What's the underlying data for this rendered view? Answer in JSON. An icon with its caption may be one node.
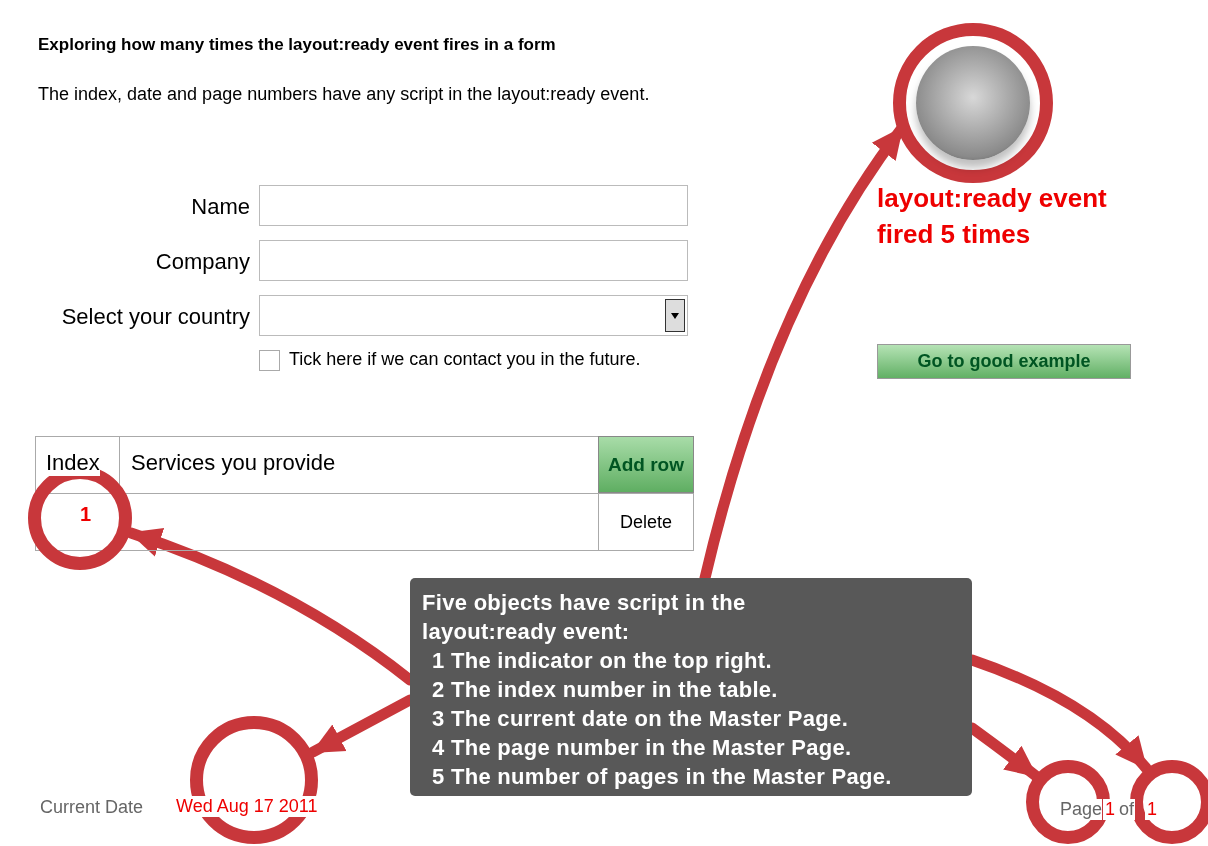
{
  "diagram": {
    "title": "Exploring how many times the layout:ready event fires in a form",
    "nodes": [
      {
        "text": [
          "Five objects have script in the layout:ready event:",
          "1 The indicator on the top right.",
          "2 The index number in the table.",
          "3 The current date on the Master Page.",
          "4 The page number in the Master Page.",
          "5 The number of pages in the Master Page."
        ]
      },
      {
        "text": [],
        "shape": "picture",
        "beside": [
          "layout:ready event fired 5 times"
        ]
      },
      {
        "text": [
          "1"
        ]
      },
      {
        "text": [
          "Wed Aug 17 2011"
        ]
      },
      {
        "text": [
          "1"
        ]
      },
      {
        "text": [
          "1"
        ]
      }
    ],
    "edges": [
      {
        "from": 0,
        "to": 1,
        "arrow": "to"
      },
      {
        "from": 0,
        "to": 2,
        "arrow": "to"
      },
      {
        "from": 0,
        "to": 3,
        "arrow": "to"
      },
      {
        "from": 0,
        "to": 4,
        "arrow": "to"
      },
      {
        "from": 0,
        "to": 5,
        "arrow": "to"
      }
    ],
    "labels": [
      "The index, date and page numbers have any script in the layout:ready event.",
      "Name",
      "Company",
      "Select your country",
      "Tick here if we can contact you in the future.",
      "Index",
      "Services you provide",
      "Add row",
      "Delete",
      "Go to good example",
      "Current Date",
      "Page",
      "of"
    ]
  }
}
